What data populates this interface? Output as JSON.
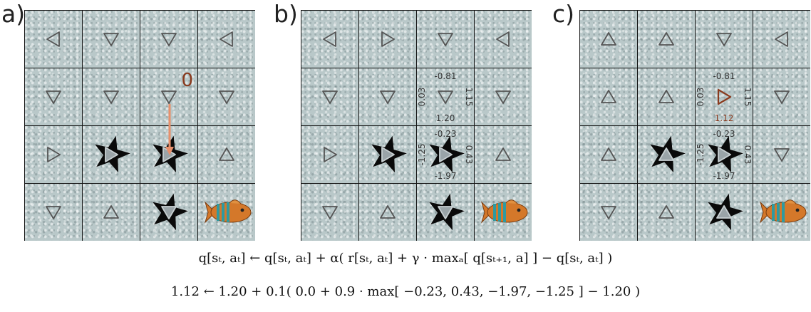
{
  "panels": [
    {
      "label": "a)",
      "cells": [
        {
          "policy": "left"
        },
        {
          "policy": "down"
        },
        {
          "policy": "down"
        },
        {
          "policy": "left"
        },
        {
          "policy": "down"
        },
        {
          "policy": "down"
        },
        {
          "policy": "down",
          "reward": "0",
          "arrow": true
        },
        {
          "policy": "down"
        },
        {
          "policy": "right"
        },
        {
          "policy": "right",
          "hole": true
        },
        {
          "policy": "right",
          "hole": true
        },
        {
          "policy": "up"
        },
        {
          "policy": "down"
        },
        {
          "policy": "up"
        },
        {
          "policy": "down",
          "hole": true
        },
        {
          "goal": true
        }
      ]
    },
    {
      "label": "b)",
      "cells": [
        {
          "policy": "left"
        },
        {
          "policy": "right"
        },
        {
          "policy": "down"
        },
        {
          "policy": "left"
        },
        {
          "policy": "down"
        },
        {
          "policy": "down"
        },
        {
          "policy": "down",
          "q": {
            "top": "-0.81",
            "left": "0.03",
            "right": "1.15",
            "bottom": "1.20"
          }
        },
        {
          "policy": "down"
        },
        {
          "policy": "right"
        },
        {
          "policy": "right",
          "hole": true
        },
        {
          "policy": "right",
          "hole": true,
          "q": {
            "top": "-0.23",
            "left": "-1.25",
            "right": "0.43",
            "bottom": "-1.97"
          }
        },
        {
          "policy": "up"
        },
        {
          "policy": "down"
        },
        {
          "policy": "up"
        },
        {
          "policy": "down",
          "hole": true
        },
        {
          "goal": true
        }
      ]
    },
    {
      "label": "c)",
      "cells": [
        {
          "policy": "up"
        },
        {
          "policy": "up"
        },
        {
          "policy": "down"
        },
        {
          "policy": "left"
        },
        {
          "policy": "up"
        },
        {
          "policy": "up"
        },
        {
          "policy": "right",
          "highlight": true,
          "q": {
            "top": "-0.81",
            "left": "0.03",
            "right": "1.15",
            "bottom": "1.12"
          },
          "updated": "bottom"
        },
        {
          "policy": "down"
        },
        {
          "policy": "up"
        },
        {
          "policy": "up",
          "hole": true
        },
        {
          "policy": "right",
          "hole": true,
          "q": {
            "top": "-0.23",
            "left": "-1.25",
            "right": "0.43",
            "bottom": "-1.97"
          }
        },
        {
          "policy": "down"
        },
        {
          "policy": "down"
        },
        {
          "policy": "up"
        },
        {
          "policy": "up",
          "hole": true
        },
        {
          "goal": true
        }
      ]
    }
  ],
  "equations": {
    "general": "q[sₜ, aₜ] ← q[sₜ, aₜ] + α( r[sₜ, aₜ] + γ · maxₐ[ q[sₜ₊₁, a] ] − q[sₜ, aₜ] )",
    "numeric": "1.12 ← 1.20 + 0.1( 0.0 + 0.9 · max[ −0.23, 0.43, −1.97, −1.25 ] − 1.20 )"
  },
  "colors": {
    "policy_arrow": "#555555",
    "highlight_arrow": "#8a3a1e",
    "move_arrow": "#e8906c",
    "hole": "#0a0a0a",
    "fish_body": "#d4782a",
    "fish_stripe": "#2e9aa0"
  }
}
